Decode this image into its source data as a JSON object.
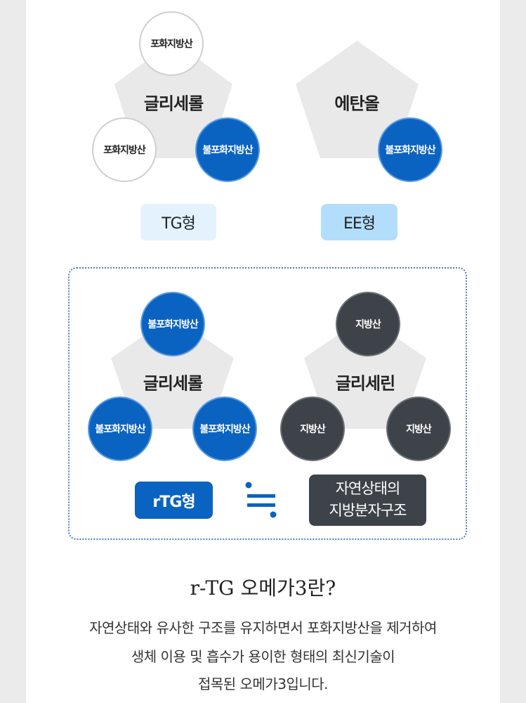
{
  "top_left": {
    "center_label": "글리세롤",
    "circles": [
      "포화지방산",
      "포화지방산",
      "불포화지방산"
    ],
    "badge": "TG형"
  },
  "top_right": {
    "center_label": "에탄올",
    "circles": [
      "불포화지방산"
    ],
    "badge": "EE형"
  },
  "bottom_left": {
    "center_label": "글리세롤",
    "circles": [
      "불포화지방산",
      "불포화지방산",
      "불포화지방산"
    ],
    "badge": "rTG형"
  },
  "bottom_right": {
    "center_label": "글리세린",
    "circles": [
      "지방산",
      "지방산",
      "지방산"
    ],
    "badge_line1": "자연상태의",
    "badge_line2": "지방분자구조"
  },
  "approx_equal_symbol": "≒",
  "title": "r-TG 오메가3란?",
  "description": [
    "자연상태와 유사한 구조를 유지하면서 포화지방산을 제거하여",
    "생체 이용 및 흡수가 용이한 형태의 최신기술이",
    "접목된 오메가3입니다."
  ],
  "colors": {
    "blue": "#0b63c1",
    "dark": "#3d4349",
    "light_badge": "#e3f2fd",
    "ee_badge": "#b3defb"
  }
}
